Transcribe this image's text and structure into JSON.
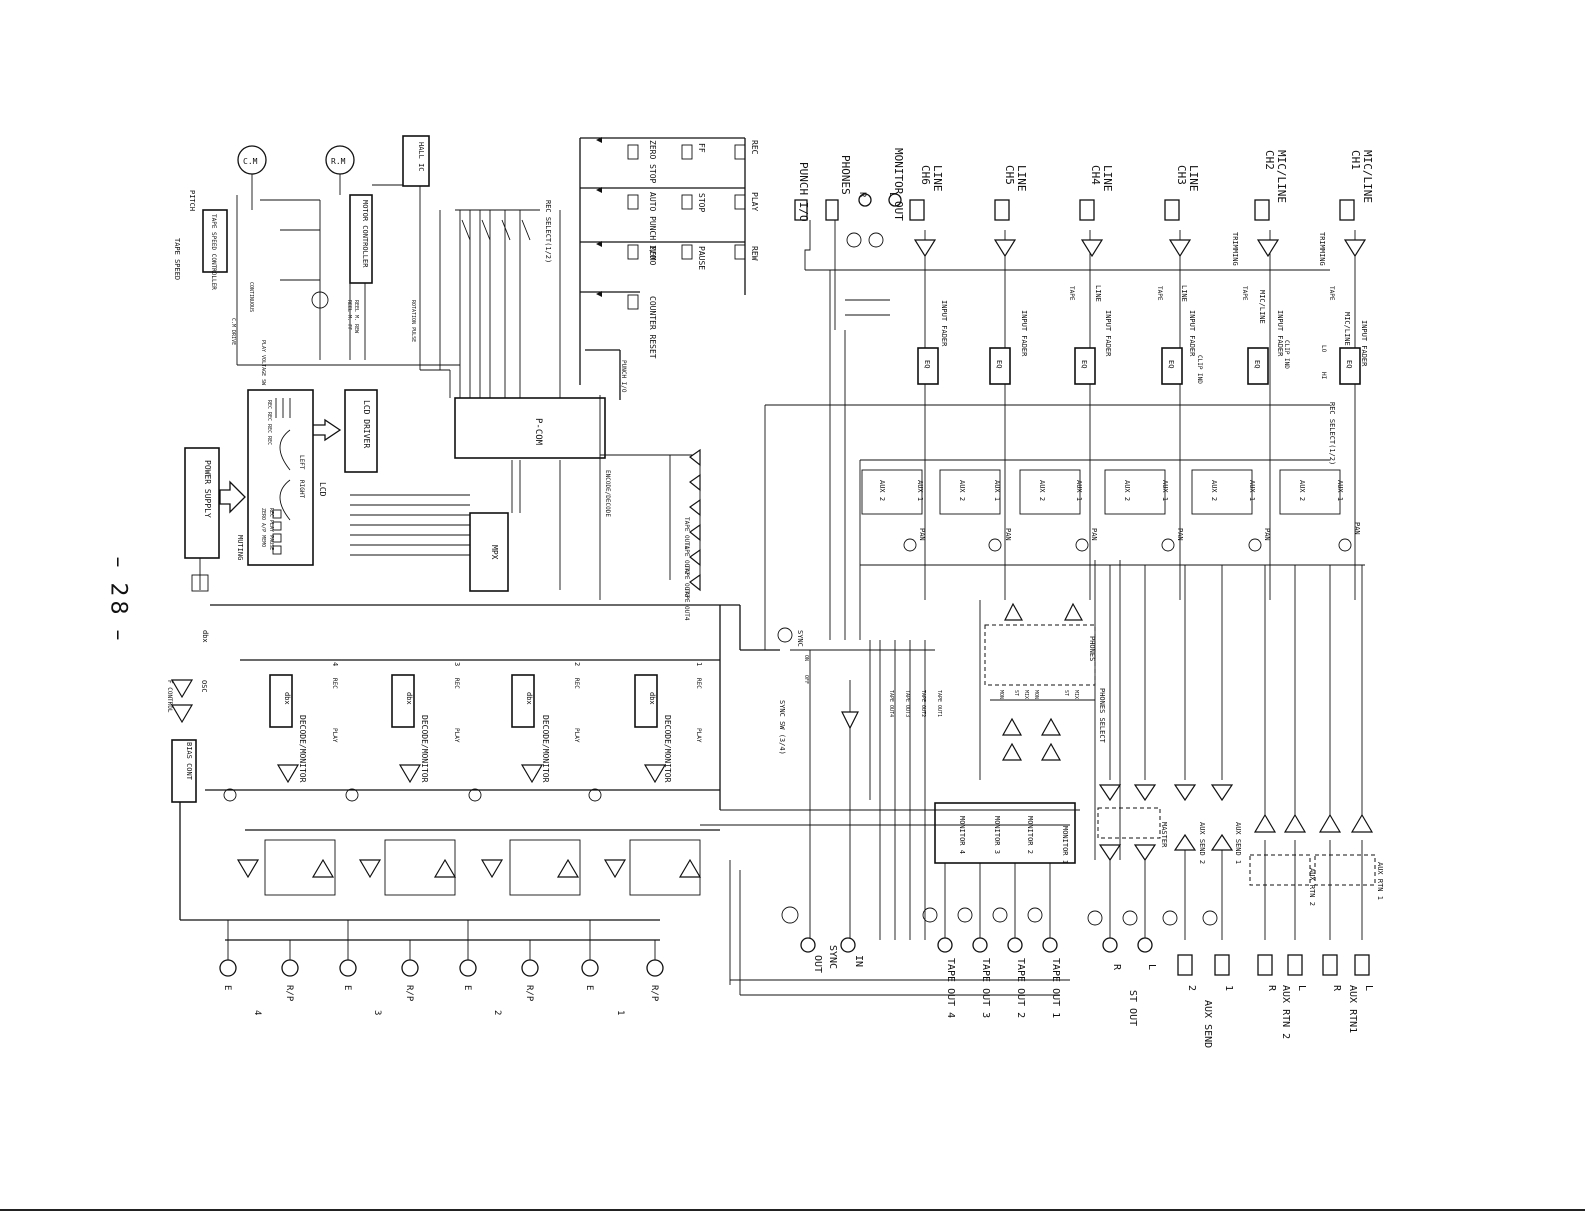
{
  "page_number": "– 28 –",
  "channels": [
    {
      "input": "CH1",
      "type": "MIC/LINE"
    },
    {
      "input": "CH2",
      "type": "MIC/LINE"
    },
    {
      "input": "CH3",
      "type": "LINE"
    },
    {
      "input": "CH4",
      "type": "LINE"
    },
    {
      "input": "CH5",
      "type": "LINE"
    },
    {
      "input": "CH6",
      "type": "LINE"
    }
  ],
  "strip_labels": {
    "trimming": "TRIMMING",
    "input_fader": "INPUT FADER",
    "mic_line": "MIC/LINE",
    "line": "LINE",
    "tape": "TAPE",
    "clip_ind": "CLIP IND",
    "eq": "EQ",
    "lo": "LO",
    "hi": "HI",
    "rec_select": "REC SELECT(1/2)",
    "aux1": "AUX 1",
    "aux2": "AUX 2",
    "pan": "PAN"
  },
  "monitor_out": {
    "label": "MONITOR OUT",
    "l": "L",
    "r": "R"
  },
  "phones": "PHONES",
  "punch_io": "PUNCH I/O",
  "transport": {
    "rec": "REC",
    "play": "PLAY",
    "rew": "REW",
    "ff": "FF",
    "stop": "STOP",
    "pause": "PAUSE",
    "zero_stop": "ZERO STOP",
    "auto_punch": "AUTO PUNCH I/O",
    "memo": "MEMO",
    "counter_reset": "COUNTER RESET"
  },
  "mcu": {
    "pcom": "P-COM",
    "punch": "PUNCH I/O",
    "encode": "ENCODE/DECODE",
    "mpx": "MPX",
    "lcd_driver": "LCD DRIVER",
    "rotation_pulse": "ROTATION PULSE",
    "rec_select": "REC SELECT(1/2)"
  },
  "lcd": {
    "title": "LCD",
    "left": "LEFT",
    "right": "RIGHT",
    "status": "REC  PLAY  PAUSE",
    "status2": "ZERO  A/P  MEMO",
    "meter": "REC REC REC REC"
  },
  "power_supply": "POWER SUPPLY",
  "muting": "MUTING",
  "motors": {
    "cm": "C.M",
    "rm": "R.M",
    "motor_controller": "MOTOR CONTROLLER",
    "hall_ic": "HALL IC",
    "tape_speed_controller": "TAPE SPEED CONTROLLER",
    "pitch": "PITCH",
    "tape_speed": "TAPE SPEED",
    "reel_m_ff": "REEL M. FF",
    "reel_m_rew": "REEL M. REW",
    "play_voltage": "PLAY VOLTAGE SW",
    "cm_drive": "C.M DRIVE",
    "continuous": "CONTINUOUS"
  },
  "tape_outs": [
    "TAPE OUT 1",
    "TAPE OUT 2",
    "TAPE OUT 3",
    "TAPE OUT 4"
  ],
  "tape_out_short": [
    "TAPE OUT1",
    "TAPE OUT2",
    "TAPE OUT3",
    "TAPE OUT4"
  ],
  "tracks": [
    {
      "n": "1",
      "dbx": "dbx",
      "section": "DECODE/MONITOR",
      "rec": "REC",
      "play": "PLAY"
    },
    {
      "n": "2",
      "dbx": "dbx",
      "section": "DECODE/MONITOR",
      "rec": "REC",
      "play": "PLAY"
    },
    {
      "n": "3",
      "dbx": "dbx",
      "section": "DECODE/MONITOR",
      "rec": "REC",
      "play": "PLAY"
    },
    {
      "n": "4",
      "dbx": "dbx",
      "section": "DECODE/MONITOR",
      "rec": "REC",
      "play": "PLAY"
    }
  ],
  "heads": {
    "e": "E",
    "rp": "R/P"
  },
  "bias": {
    "osc": "OSC",
    "bias_cont": "BIAS CONT",
    "f_control": "F CONTROL",
    "dbx": "dbx"
  },
  "sync": {
    "sync": "SYNC",
    "sync_sw": "SYNC SW (3/4)",
    "in": "IN",
    "out": "OUT",
    "on": "ON",
    "off": "OFF"
  },
  "phones_select": {
    "label": "PHONES SELECT",
    "mon": "MON",
    "st": "ST",
    "mix": "MIX",
    "phones": "PHONES"
  },
  "monitors": [
    "MONITOR 1",
    "MONITOR 2",
    "MONITOR 3",
    "MONITOR 4"
  ],
  "master": "MASTER",
  "aux_send_labels": [
    "AUX SEND 1",
    "AUX SEND 2"
  ],
  "aux_rtn_labels": [
    "AUX RTN 1",
    "AUX RTN 2"
  ],
  "outputs": {
    "st_out": "ST OUT",
    "aux_send": "AUX SEND",
    "aux_rtn1": "AUX RTN1",
    "aux_rtn2": "AUX RTN 2",
    "l": "L",
    "r": "R",
    "one": "1",
    "two": "2"
  }
}
